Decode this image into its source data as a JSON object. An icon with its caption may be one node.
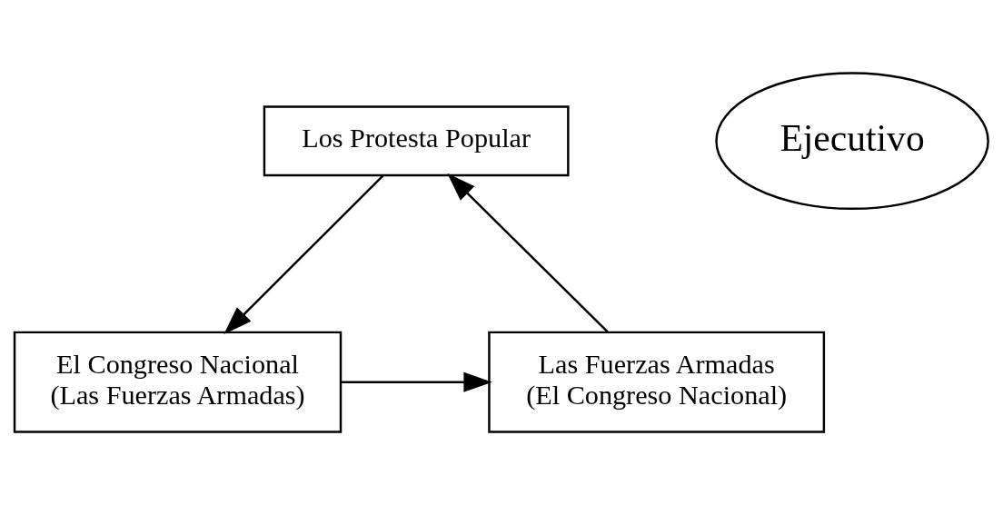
{
  "diagram": {
    "nodes": [
      {
        "text": [
          "Los Protesta Popular"
        ]
      },
      {
        "text": [
          "Ejecutivo"
        ]
      },
      {
        "text": [
          "Las Fuerzas Armadas (El Congreso Nacional)"
        ]
      },
      {
        "text": [
          "El Congreso Nacional (Las Fuerzas Armadas)"
        ]
      }
    ],
    "edges": [
      {
        "from": 0,
        "to": 3,
        "arrow": "to"
      },
      {
        "from": 3,
        "to": 2,
        "arrow": "to"
      },
      {
        "from": 2,
        "to": 0,
        "arrow": "to"
      }
    ]
  }
}
